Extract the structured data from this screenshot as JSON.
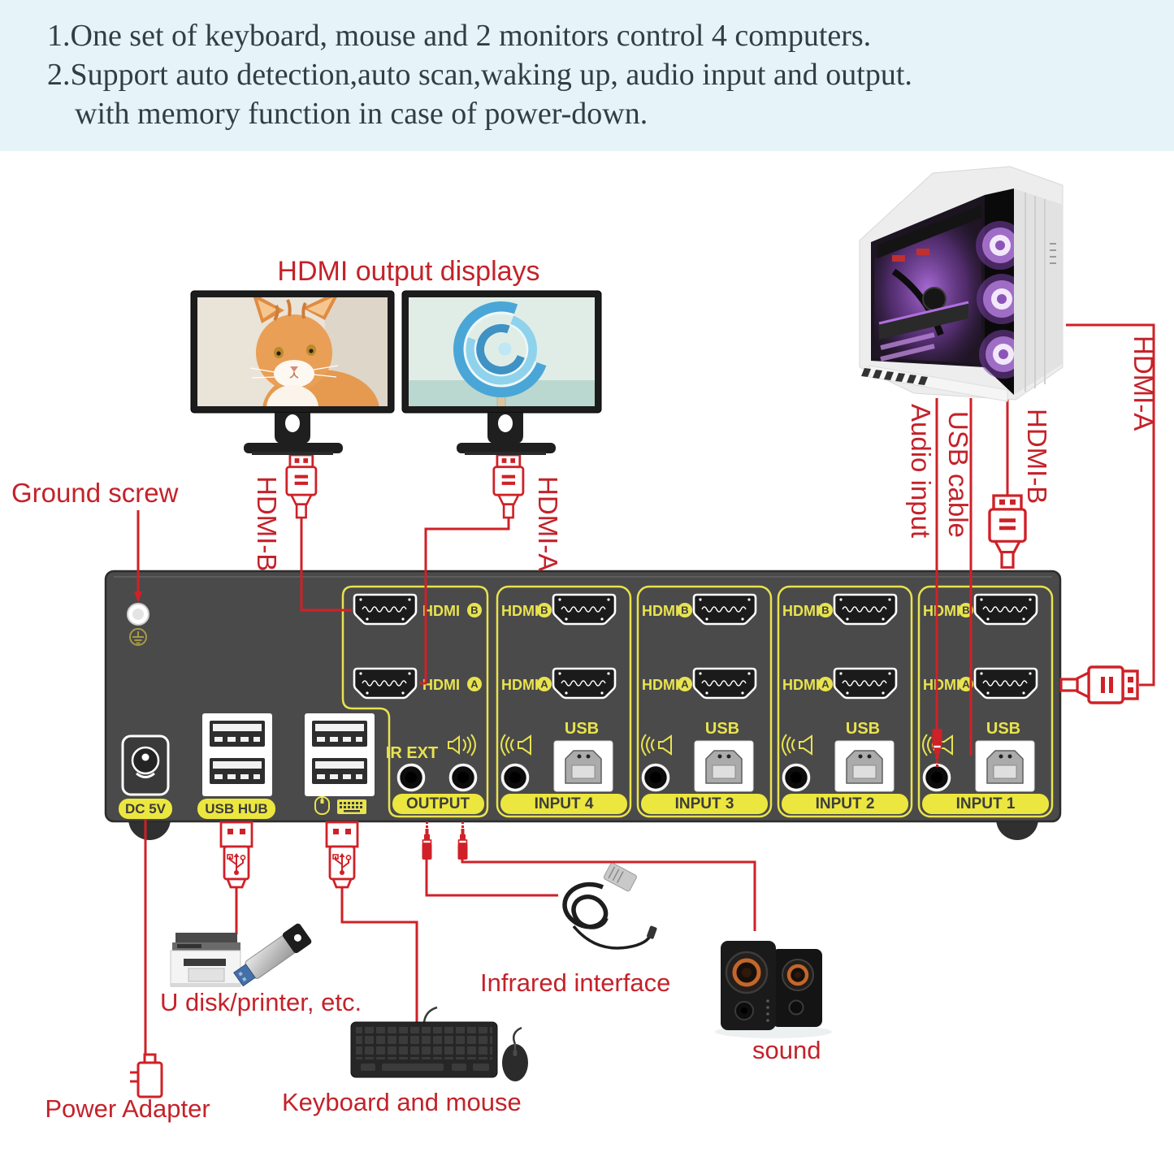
{
  "info_box": {
    "lines": [
      "1.One set of keyboard, mouse and 2 monitors control 4 computers.",
      "2.Support auto detection,auto scan,waking up, audio input and output.",
      "with memory function in case of power-down."
    ]
  },
  "labels": {
    "hdmi_output_displays": "HDMI output displays",
    "ground_screw": "Ground screw",
    "monitor_hdmi_b": "HDMI-B",
    "monitor_hdmi_a": "HDMI-A",
    "audio_input": "Audio input",
    "usb_cable": "USB cable",
    "pc_hdmi_b": "HDMI-B",
    "pc_hdmi_a": "HDMI-A",
    "power_adapter": "Power Adapter",
    "u_disk": "U disk/printer, etc.",
    "keyboard_mouse": "Keyboard and mouse",
    "infrared": "Infrared interface",
    "sound": "sound"
  },
  "device": {
    "dc": "DC 5V",
    "usb_hub": "USB HUB",
    "ir_ext": "IR EXT",
    "usb": "USB",
    "hdmi": "HDMI",
    "b": "B",
    "a": "A",
    "sections": [
      {
        "badge": "OUTPUT"
      },
      {
        "badge": "INPUT 4"
      },
      {
        "badge": "INPUT 3"
      },
      {
        "badge": "INPUT 2"
      },
      {
        "badge": "INPUT 1"
      }
    ]
  },
  "colors": {
    "accent_red": "#c4222a",
    "panel_yellow": "#e8e34f",
    "badge_yellow": "#ece73f",
    "device_gray": "#4a4a4a",
    "info_bg": "#e6f3f8"
  }
}
